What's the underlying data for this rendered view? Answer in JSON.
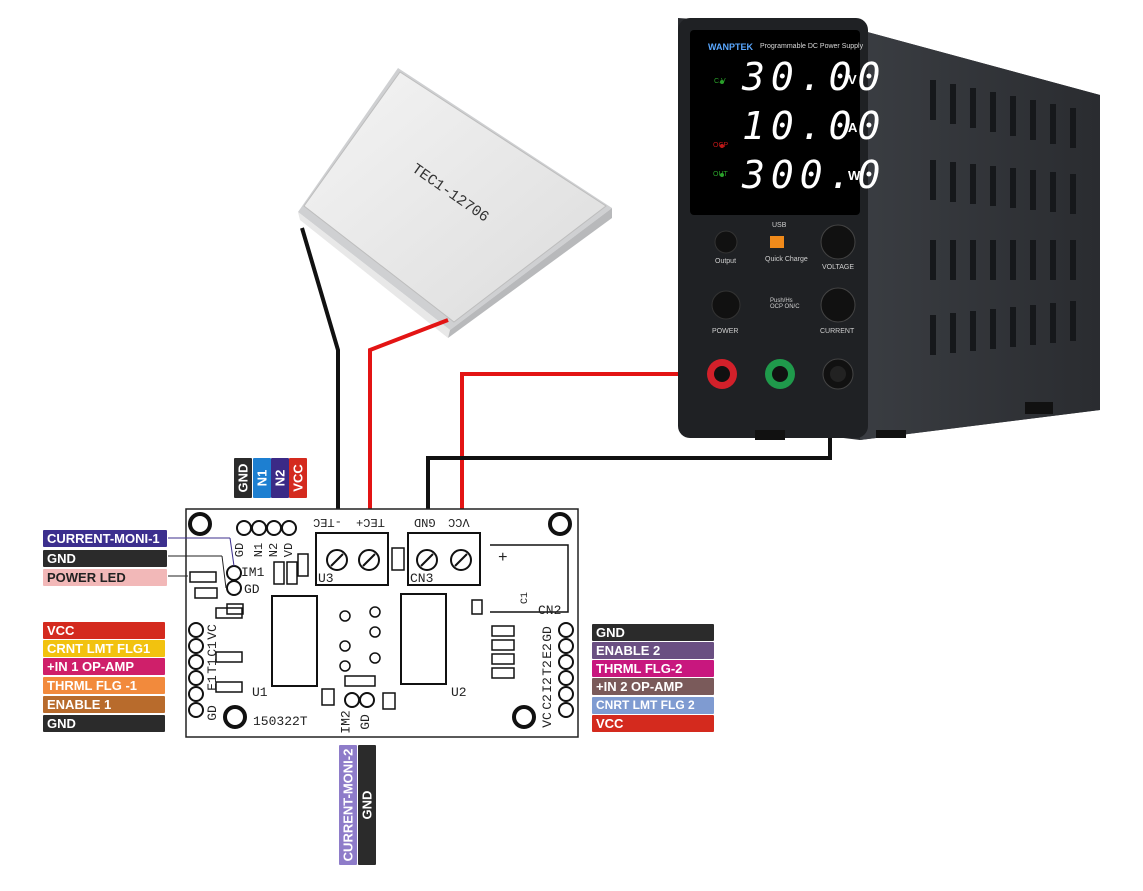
{
  "tec_module": {
    "label": "TEC1-12706"
  },
  "power_supply": {
    "brand": "WANPTEK",
    "model_text": "Programmable DC Power Supply",
    "voltage_reading": "30.00",
    "voltage_unit": "V",
    "current_reading": "10.00",
    "current_unit": "A",
    "power_reading": "300.0",
    "power_unit": "W",
    "usb_label": "USB",
    "quick_charge_label": "Quick Charge",
    "output_label": "Output",
    "voltage_knob_label": "VOLTAGE",
    "power_label": "POWER",
    "push_label": "Push/Hs\nOCP ON/C",
    "current_knob_label": "CURRENT",
    "indicator_cv": "C.V",
    "indicator_ocp": "OCP",
    "indicator_out": "OUT"
  },
  "board": {
    "name": "150322T",
    "u1": "U1",
    "u2": "U2",
    "u3": "U3",
    "cn2": "CN2",
    "cn3": "CN3",
    "c1": "C1",
    "tec_minus": "-TEC",
    "tec_plus": "TEC+",
    "gnd_label": "GND",
    "vcc_label": "VCC",
    "header_top": [
      "GD",
      "N1",
      "N2",
      "VD"
    ],
    "header_left": [
      "IM1",
      "GD"
    ],
    "left_col": [
      "VC",
      "C1",
      "T1",
      "E1",
      "GD"
    ],
    "right_col": [
      "GD",
      "E2",
      "T2",
      "I2",
      "C2",
      "VC"
    ],
    "bottom_pins": [
      "IM2",
      "GD"
    ],
    "plus": "+"
  },
  "top_header_tags": [
    "GND",
    "N1",
    "N2",
    "VCC"
  ],
  "left_tags_top": [
    "CURRENT-MONI-1",
    "GND",
    "POWER LED"
  ],
  "left_tags_bottom": [
    "VCC",
    "CRNT LMT FLG1",
    "+IN 1 OP-AMP",
    "THRML FLG -1",
    "ENABLE 1",
    "GND"
  ],
  "right_tags": [
    "GND",
    "ENABLE 2",
    "THRML FLG-2",
    "+IN 2 OP-AMP",
    "CNRT LMT FLG 2",
    "VCC"
  ],
  "bottom_tags": [
    "CURRENT-MONI-2",
    "GND"
  ],
  "colors": {
    "gnd": "#2b2b2b",
    "n1": "#1d7fd1",
    "n2": "#3b2a86",
    "vcc": "#d42a1e",
    "current_moni": "#3c2f8e",
    "power_led": "#f2b8b8",
    "crnt_lmt": "#f2c20f",
    "in_opamp": "#cf1f6a",
    "thrml": "#f28a3c",
    "enable": "#b86b2c",
    "enable2": "#6a4f82",
    "thrml2": "#c8177e",
    "in2": "#7a5a5a",
    "cnrt2": "#7f9bd1",
    "moni2": "#8e7cc9",
    "wire_red": "#e31414",
    "wire_black": "#111111"
  }
}
